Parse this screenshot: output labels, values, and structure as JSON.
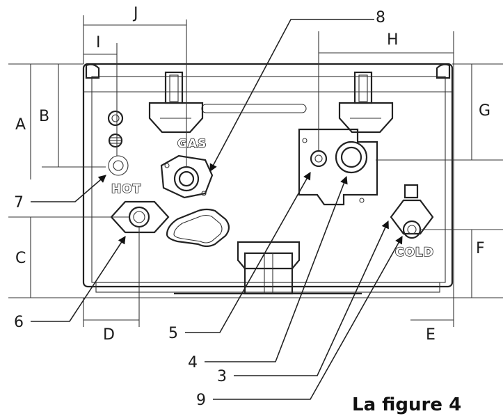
{
  "labels": {
    "A": "A",
    "B": "B",
    "C": "C",
    "D": "D",
    "E": "E",
    "F": "F",
    "G": "G",
    "H": "H",
    "I": "I",
    "J": "J",
    "n3": "3",
    "n4": "4",
    "n5": "5",
    "n6": "6",
    "n7": "7",
    "n8": "8",
    "n9": "9"
  },
  "stamps": {
    "gas": "GAS",
    "hot": "HOT",
    "cold": "COLD"
  },
  "caption": "La figure 4"
}
